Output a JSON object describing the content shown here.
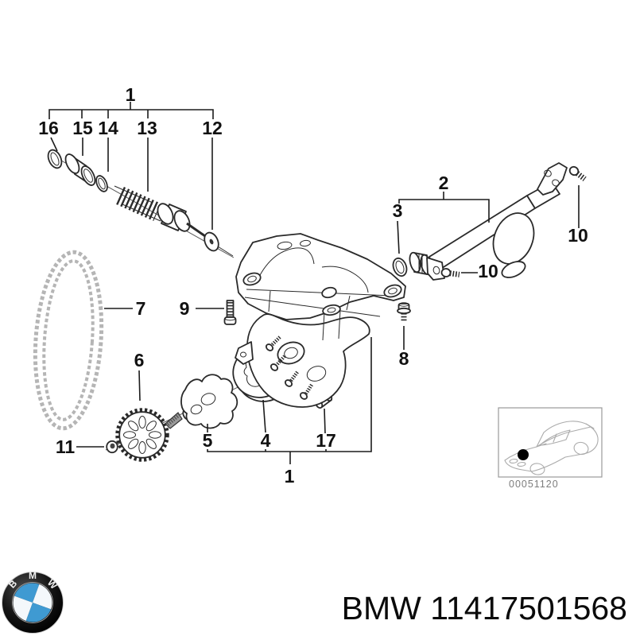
{
  "diagram": {
    "callouts": {
      "c1_top": "1",
      "c16": "16",
      "c15": "15",
      "c14": "14",
      "c13": "13",
      "c12": "12",
      "c2": "2",
      "c3": "3",
      "c10_upper": "10",
      "c10_lower": "10",
      "c7": "7",
      "c9": "9",
      "c8": "8",
      "c6": "6",
      "c11": "11",
      "c5": "5",
      "c4": "4",
      "c17": "17",
      "c1_bottom": "1"
    },
    "inset": {
      "code": "00051120"
    }
  },
  "footer": {
    "brand": "BMW",
    "part_number": "11417501568",
    "logo_letters": {
      "b": "B",
      "m": "M",
      "w": "W"
    }
  },
  "colors": {
    "line": "#2a2a2a",
    "chain": "#b5b5b5",
    "logo_blue": "#3f9ad2",
    "inset_line": "#ababab",
    "code_text": "#7d7d7d"
  }
}
